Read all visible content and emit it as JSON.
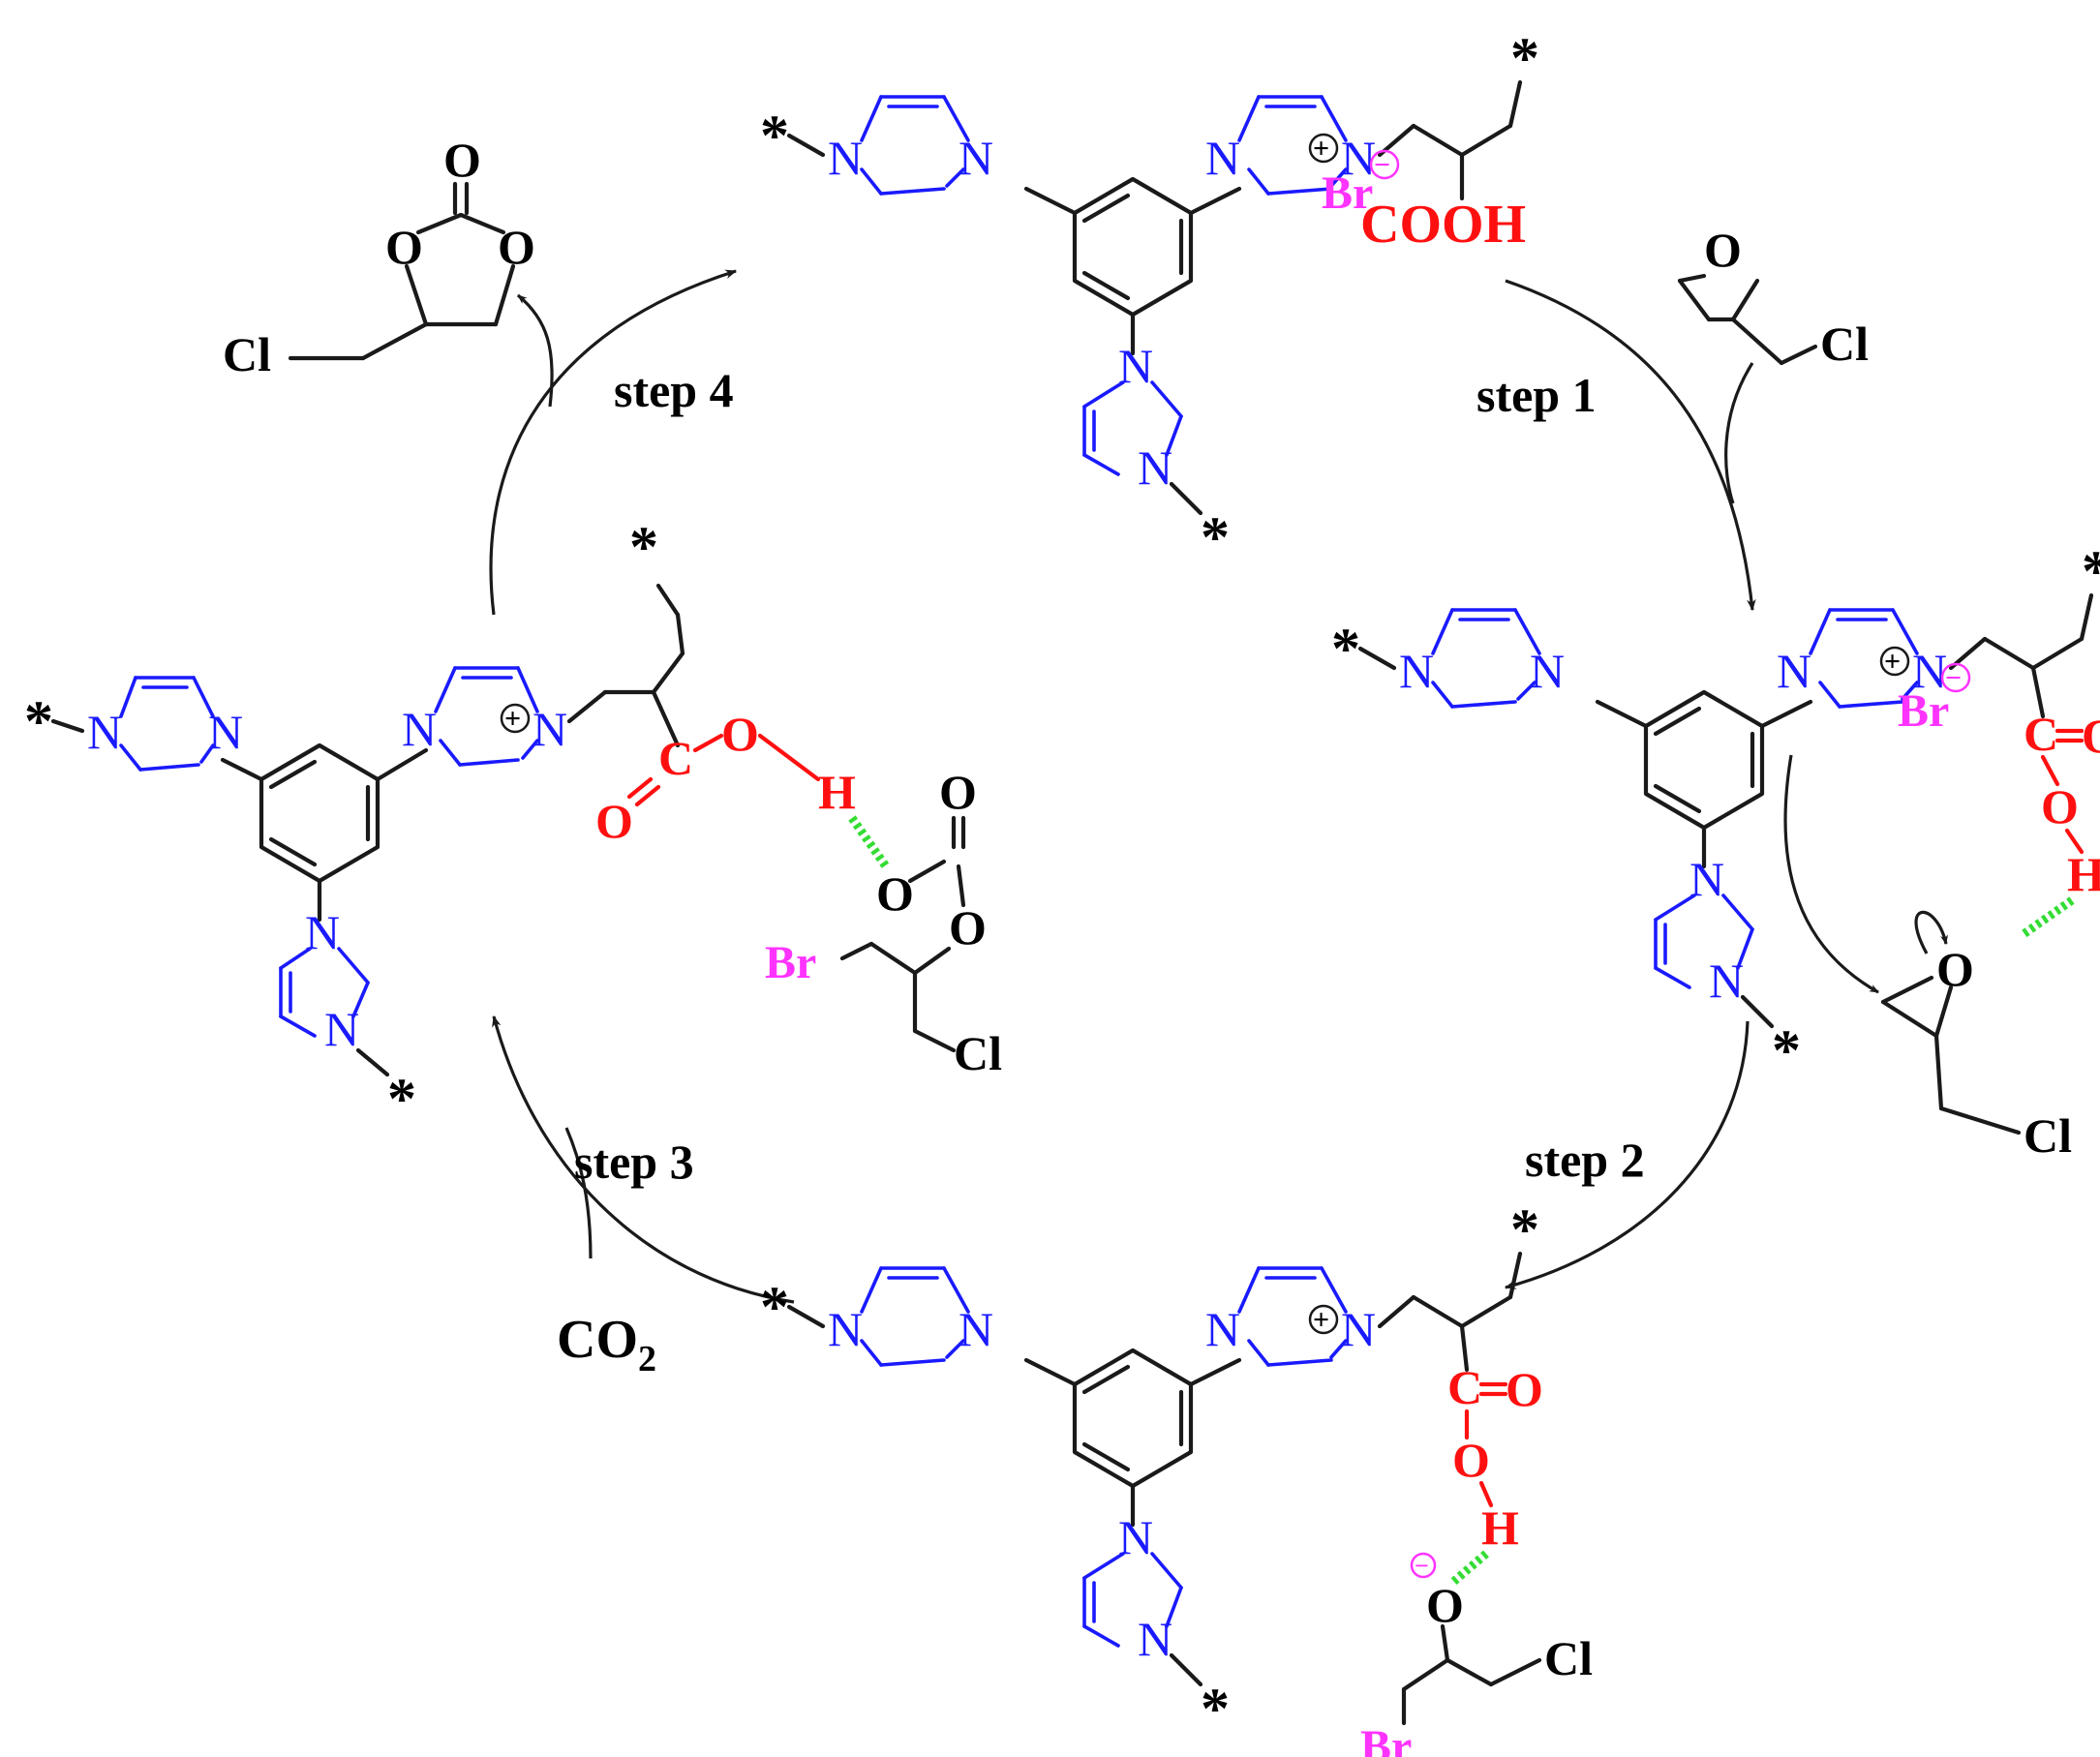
{
  "steps": [
    "step 1",
    "step 2",
    "step 3",
    "step 4"
  ],
  "reagents": {
    "co2_main": "CO",
    "co2_sub": "2"
  },
  "atoms": {
    "N": "N",
    "O": "O",
    "H": "H",
    "C": "C",
    "Br": "Br",
    "Cl": "Cl",
    "star": "*",
    "COOH": "COOH",
    "plus": "+",
    "minus": "−"
  },
  "colors": {
    "imidazolium": "#1a1aff",
    "acid": "#ff1010",
    "bromide": "#ff33ff",
    "hbond": "#33dd33",
    "bond": "#1a1a1a"
  }
}
